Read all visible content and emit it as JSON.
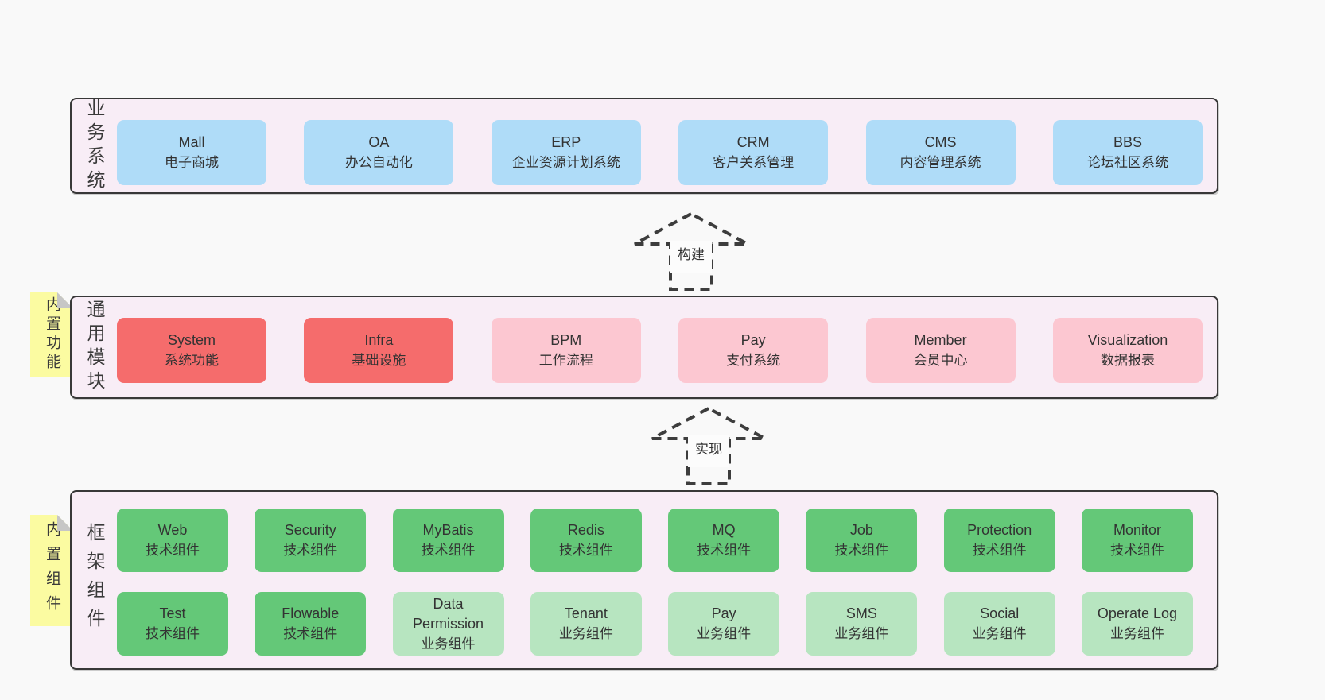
{
  "arrows": [
    {
      "label": "构建"
    },
    {
      "label": "实现"
    }
  ],
  "sections": [
    {
      "id": "business",
      "side_label": "业务系统",
      "boxes": [
        {
          "name": "Mall",
          "desc": "电子商城",
          "variant": "blue"
        },
        {
          "name": "OA",
          "desc": "办公自动化",
          "variant": "blue"
        },
        {
          "name": "ERP",
          "desc": "企业资源计划系统",
          "variant": "blue"
        },
        {
          "name": "CRM",
          "desc": "客户关系管理",
          "variant": "blue"
        },
        {
          "name": "CMS",
          "desc": "内容管理系统",
          "variant": "blue"
        },
        {
          "name": "BBS",
          "desc": "论坛社区系统",
          "variant": "blue"
        }
      ]
    },
    {
      "id": "modules",
      "side_label": "通用模块",
      "note": "内置功能",
      "boxes": [
        {
          "name": "System",
          "desc": "系统功能",
          "variant": "red"
        },
        {
          "name": "Infra",
          "desc": "基础设施",
          "variant": "red"
        },
        {
          "name": "BPM",
          "desc": "工作流程",
          "variant": "pink"
        },
        {
          "name": "Pay",
          "desc": "支付系统",
          "variant": "pink"
        },
        {
          "name": "Member",
          "desc": "会员中心",
          "variant": "pink"
        },
        {
          "name": "Visualization",
          "desc": "数据报表",
          "variant": "pink"
        }
      ]
    },
    {
      "id": "components",
      "side_label": "框架组件",
      "note": "内置组件",
      "rows": [
        [
          {
            "name": "Web",
            "desc": "技术组件",
            "variant": "green"
          },
          {
            "name": "Security",
            "desc": "技术组件",
            "variant": "green"
          },
          {
            "name": "MyBatis",
            "desc": "技术组件",
            "variant": "green"
          },
          {
            "name": "Redis",
            "desc": "技术组件",
            "variant": "green"
          },
          {
            "name": "MQ",
            "desc": "技术组件",
            "variant": "green"
          },
          {
            "name": "Job",
            "desc": "技术组件",
            "variant": "green"
          },
          {
            "name": "Protection",
            "desc": "技术组件",
            "variant": "green"
          },
          {
            "name": "Monitor",
            "desc": "技术组件",
            "variant": "green"
          }
        ],
        [
          {
            "name": "Test",
            "desc": "技术组件",
            "variant": "green"
          },
          {
            "name": "Flowable",
            "desc": "技术组件",
            "variant": "green"
          },
          {
            "name": "Data\nPermission",
            "desc": "业务组件",
            "variant": "lightgreen",
            "slug": "data-permission"
          },
          {
            "name": "Tenant",
            "desc": "业务组件",
            "variant": "lightgreen"
          },
          {
            "name": "Pay",
            "desc": "业务组件",
            "variant": "lightgreen",
            "slug": "pay-business"
          },
          {
            "name": "SMS",
            "desc": "业务组件",
            "variant": "lightgreen"
          },
          {
            "name": "Social",
            "desc": "业务组件",
            "variant": "lightgreen"
          },
          {
            "name": "Operate Log",
            "desc": "业务组件",
            "variant": "lightgreen"
          }
        ]
      ]
    }
  ],
  "colors": {
    "page_background": "#f9f9f9",
    "layer_background": "#f8edf6",
    "layer_border": "#383838",
    "business_box": "#afdcf8",
    "core_module_box": "#f56c6c",
    "optional_module_box": "#fcc7d1",
    "tech_component_box": "#64c878",
    "business_component_box": "#b7e5c0",
    "sticky_note": "#fbfba1",
    "arrow_stroke": "#3d3d3d",
    "text": "#333333"
  }
}
